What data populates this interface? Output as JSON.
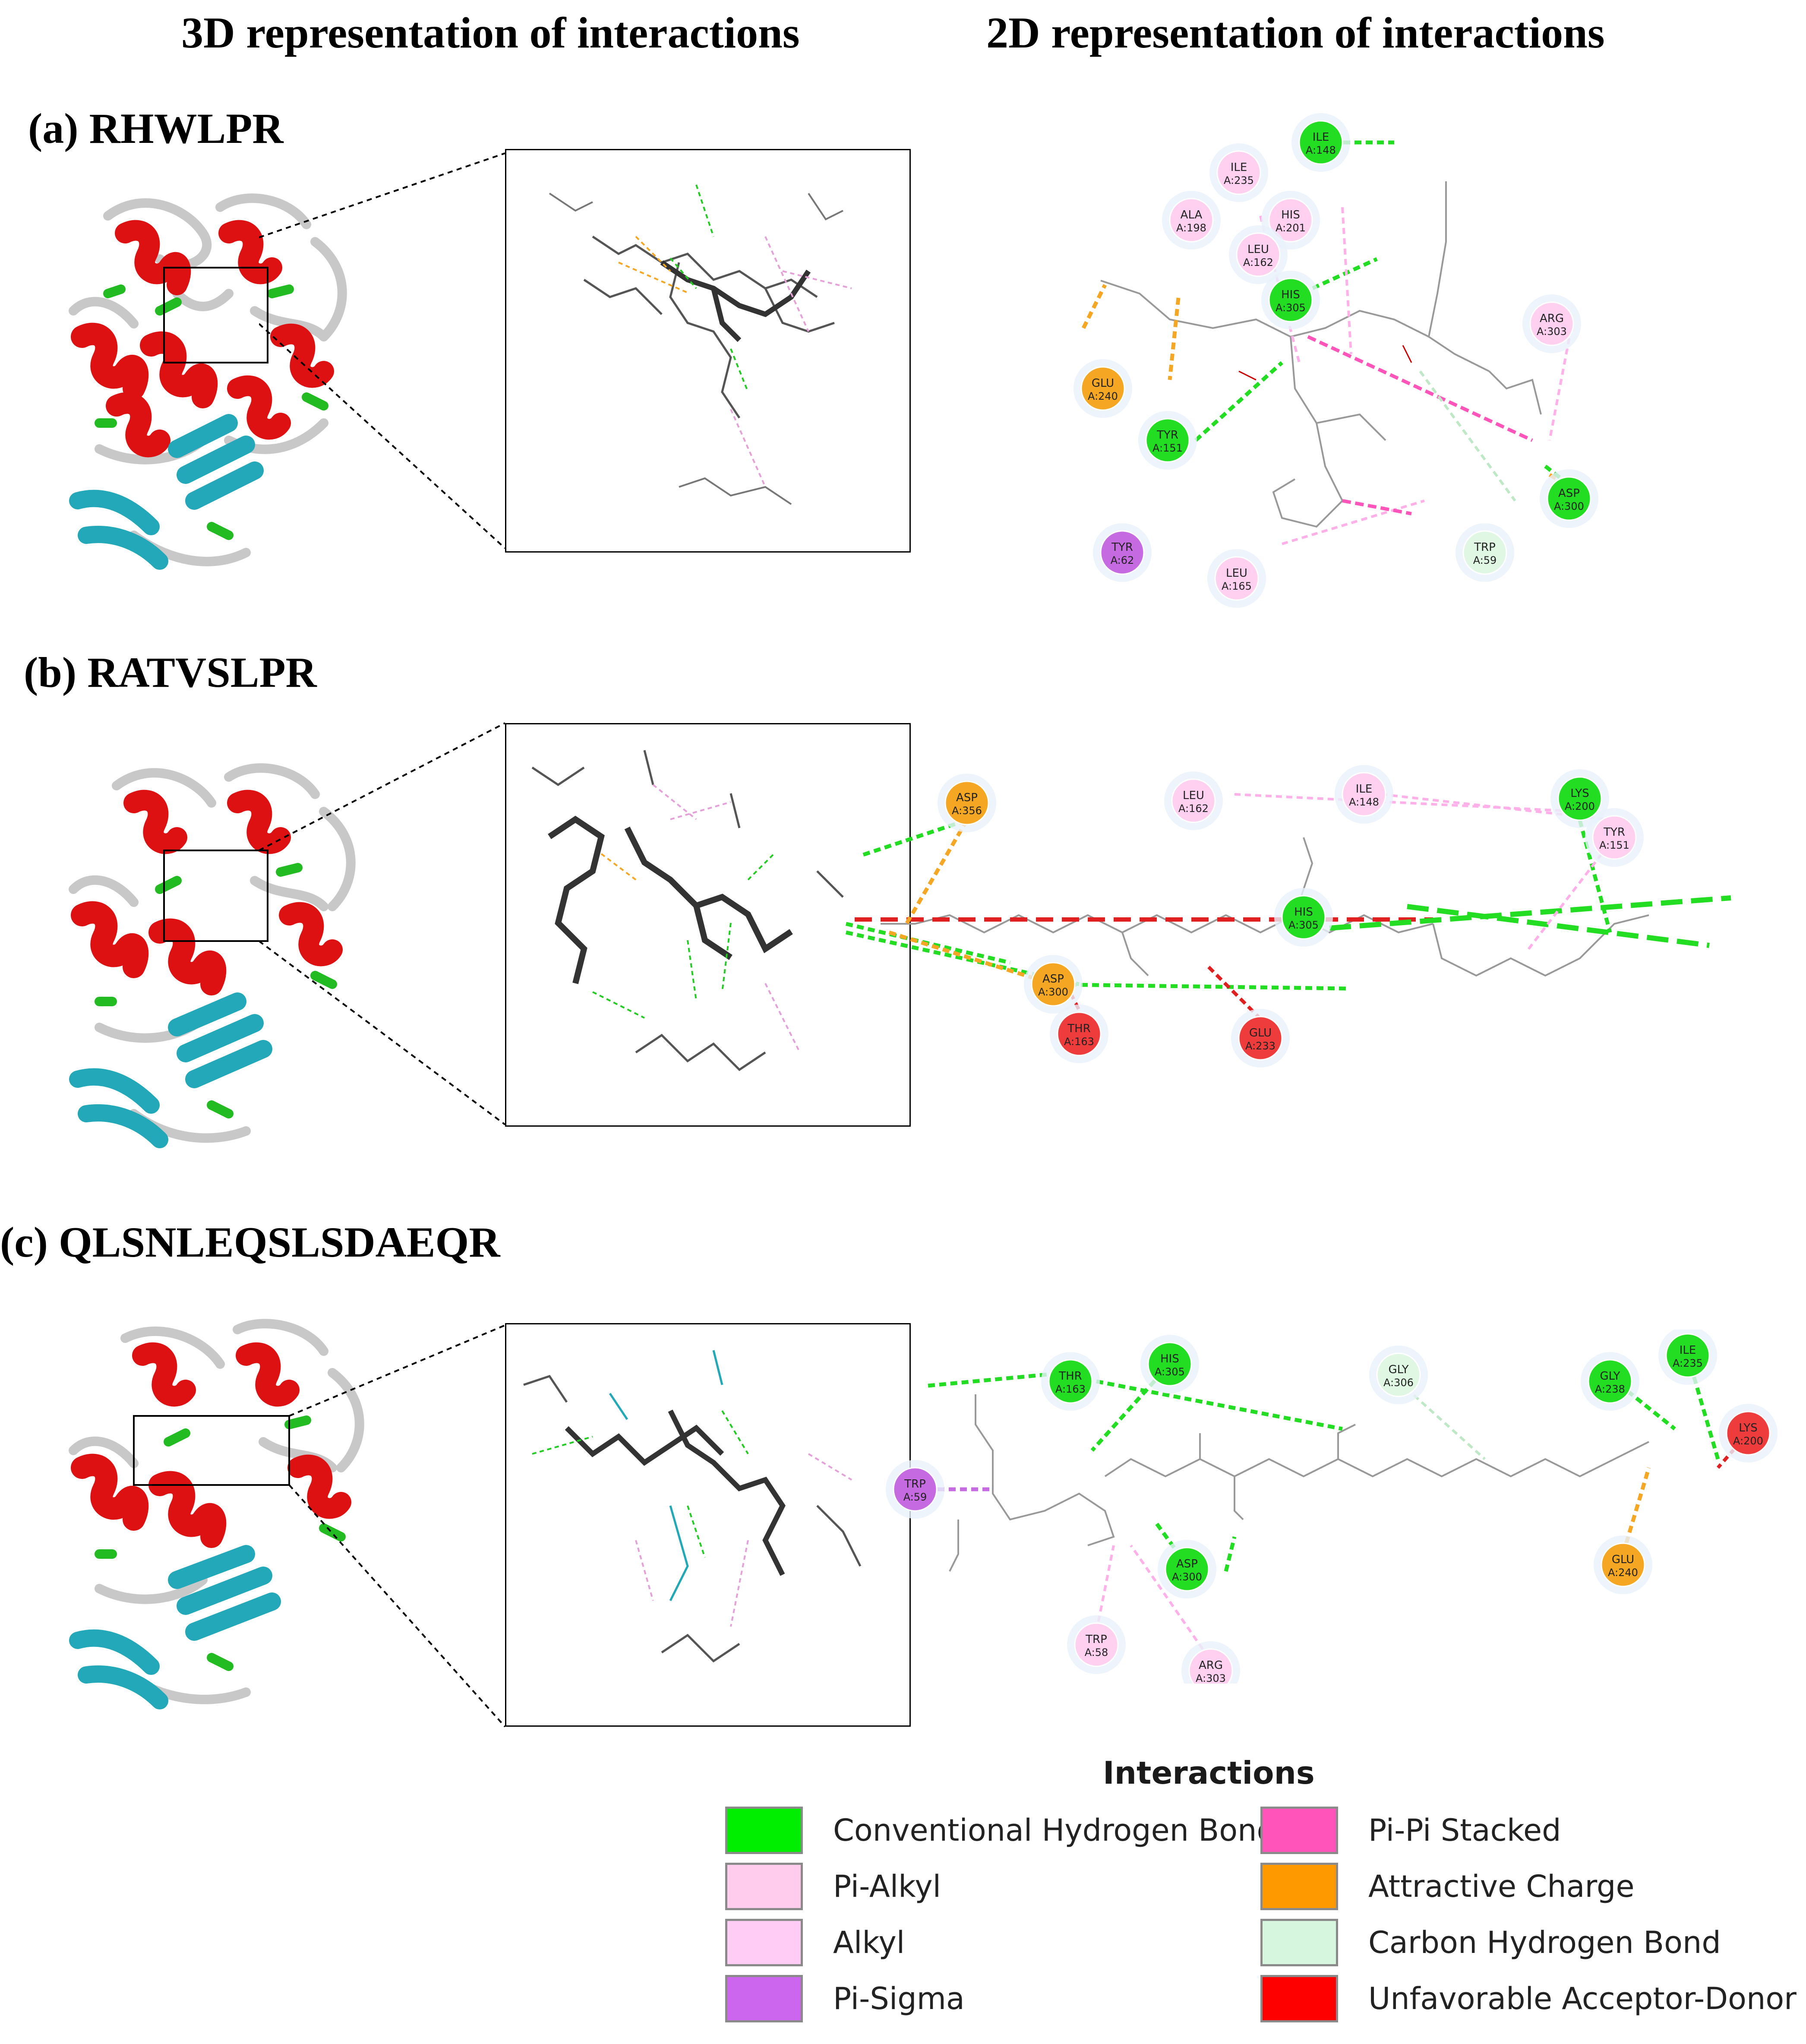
{
  "headers": {
    "col_3d": "3D representation of interactions",
    "col_2d": "2D representation of interactions"
  },
  "panels": [
    {
      "label": "(a) RHWLPR",
      "residues": [
        {
          "name": "ILE",
          "num": "A:148",
          "type": "green"
        },
        {
          "name": "ILE",
          "num": "A:235",
          "type": "pink"
        },
        {
          "name": "ALA",
          "num": "A:198",
          "type": "pink"
        },
        {
          "name": "HIS",
          "num": "A:201",
          "type": "pink"
        },
        {
          "name": "LEU",
          "num": "A:162",
          "type": "pink"
        },
        {
          "name": "HIS",
          "num": "A:305",
          "type": "green"
        },
        {
          "name": "ARG",
          "num": "A:303",
          "type": "pink"
        },
        {
          "name": "GLU",
          "num": "A:240",
          "type": "orange"
        },
        {
          "name": "TYR",
          "num": "A:151",
          "type": "green"
        },
        {
          "name": "ASP",
          "num": "A:300",
          "type": "green"
        },
        {
          "name": "TYR",
          "num": "A:62",
          "type": "purple"
        },
        {
          "name": "TRP",
          "num": "A:59",
          "type": "lightgreen"
        },
        {
          "name": "LEU",
          "num": "A:165",
          "type": "pink"
        }
      ]
    },
    {
      "label": "(b) RATVSLPR",
      "residues": [
        {
          "name": "ASP",
          "num": "A:356",
          "type": "orange"
        },
        {
          "name": "LEU",
          "num": "A:162",
          "type": "pink"
        },
        {
          "name": "ILE",
          "num": "A:148",
          "type": "pink"
        },
        {
          "name": "LYS",
          "num": "A:200",
          "type": "green"
        },
        {
          "name": "TYR",
          "num": "A:151",
          "type": "pink"
        },
        {
          "name": "HIS",
          "num": "A:305",
          "type": "green"
        },
        {
          "name": "ASP",
          "num": "A:300",
          "type": "orange"
        },
        {
          "name": "THR",
          "num": "A:163",
          "type": "red"
        },
        {
          "name": "GLU",
          "num": "A:233",
          "type": "red"
        }
      ]
    },
    {
      "label": "(c) QLSNLEQSLSDAEQR",
      "residues": [
        {
          "name": "HIS",
          "num": "A:305",
          "type": "green"
        },
        {
          "name": "THR",
          "num": "A:163",
          "type": "green"
        },
        {
          "name": "GLY",
          "num": "A:306",
          "type": "lightgreen"
        },
        {
          "name": "GLY",
          "num": "A:238",
          "type": "green"
        },
        {
          "name": "ILE",
          "num": "A:235",
          "type": "green"
        },
        {
          "name": "LYS",
          "num": "A:200",
          "type": "red"
        },
        {
          "name": "TRP",
          "num": "A:59",
          "type": "purple"
        },
        {
          "name": "ASP",
          "num": "A:300",
          "type": "green"
        },
        {
          "name": "TRP",
          "num": "A:58",
          "type": "pink"
        },
        {
          "name": "ARG",
          "num": "A:303",
          "type": "pink"
        },
        {
          "name": "GLU",
          "num": "A:240",
          "type": "orange"
        }
      ]
    }
  ],
  "legend": {
    "title": "Interactions",
    "items": [
      {
        "label": "Conventional Hydrogen Bond",
        "color": "#00ee00"
      },
      {
        "label": "Pi-Alkyl",
        "color": "#ffccee"
      },
      {
        "label": "Alkyl",
        "color": "#ffccf5"
      },
      {
        "label": "Pi-Sigma",
        "color": "#cc66ee"
      },
      {
        "label": "Pi-Pi Stacked",
        "color": "#ff55bb"
      },
      {
        "label": "Attractive Charge",
        "color": "#ff9900"
      },
      {
        "label": "Carbon Hydrogen Bond",
        "color": "#d6f7dd"
      },
      {
        "label": "Unfavorable Acceptor-Donor",
        "color": "#ff0000"
      }
    ]
  },
  "colors": {
    "green": "#22dd22",
    "pink": "#ffd0f0",
    "orange": "#f5a623",
    "purple": "#c56ae0",
    "lightgreen": "#dff7e3",
    "red": "#ee3b3b",
    "helix": "#dd1111",
    "sheet": "#22a8b8",
    "coil": "#c8c8c8",
    "turn": "#22bb22"
  }
}
